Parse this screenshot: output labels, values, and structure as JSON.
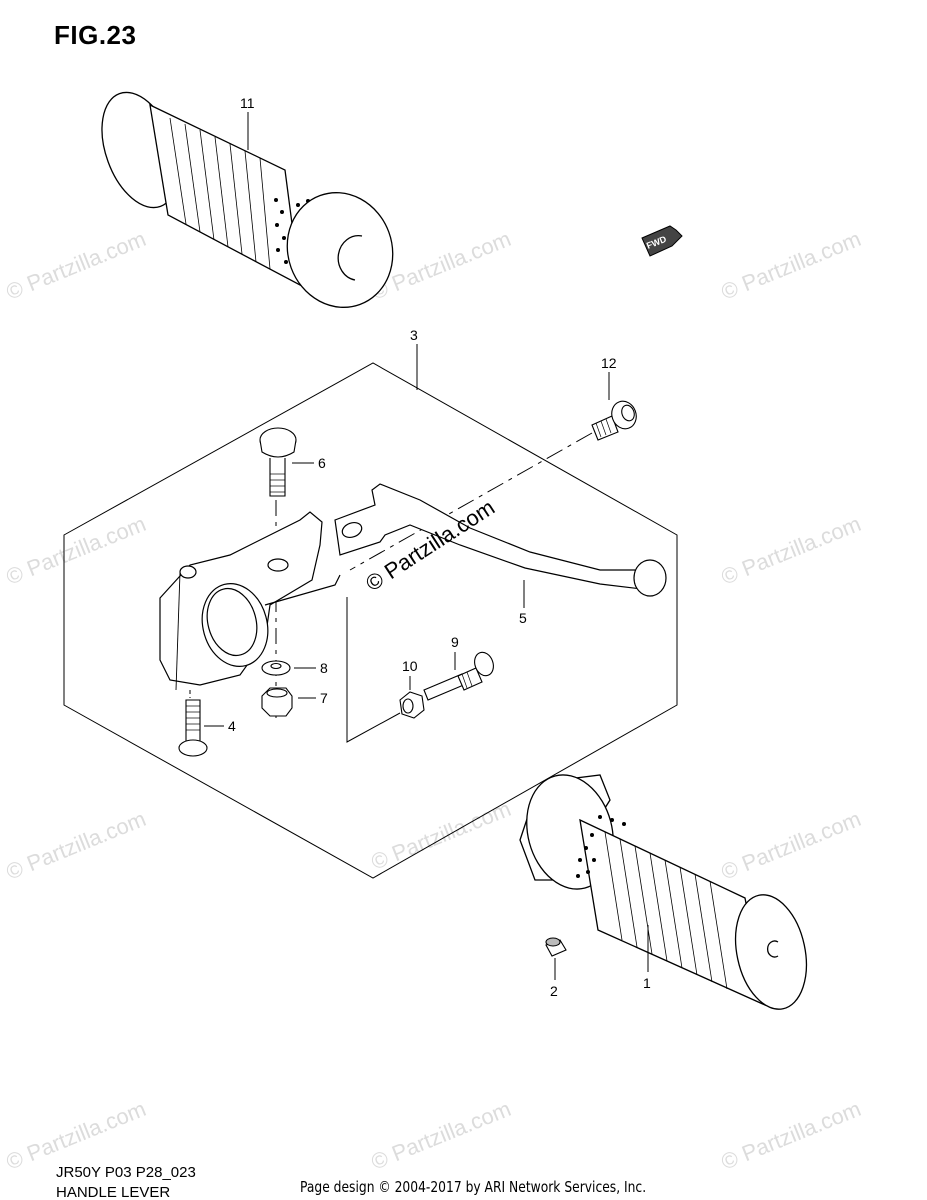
{
  "figure": {
    "title": "FIG.23",
    "code": "JR50Y P03 P28_023",
    "name": "HANDLE LEVER",
    "credit": "Page design © 2004-2017 by ARI Network Services, Inc."
  },
  "watermark": {
    "text": "© Partzilla.com",
    "center_text": "© Partzilla.com"
  },
  "direction_badge": "FWD",
  "callouts": [
    "11",
    "3",
    "12",
    "6",
    "5",
    "8",
    "7",
    "4",
    "10",
    "9",
    "1",
    "2"
  ],
  "colors": {
    "line": "#000000",
    "watermark": "#dcdcdc",
    "background": "#ffffff"
  }
}
